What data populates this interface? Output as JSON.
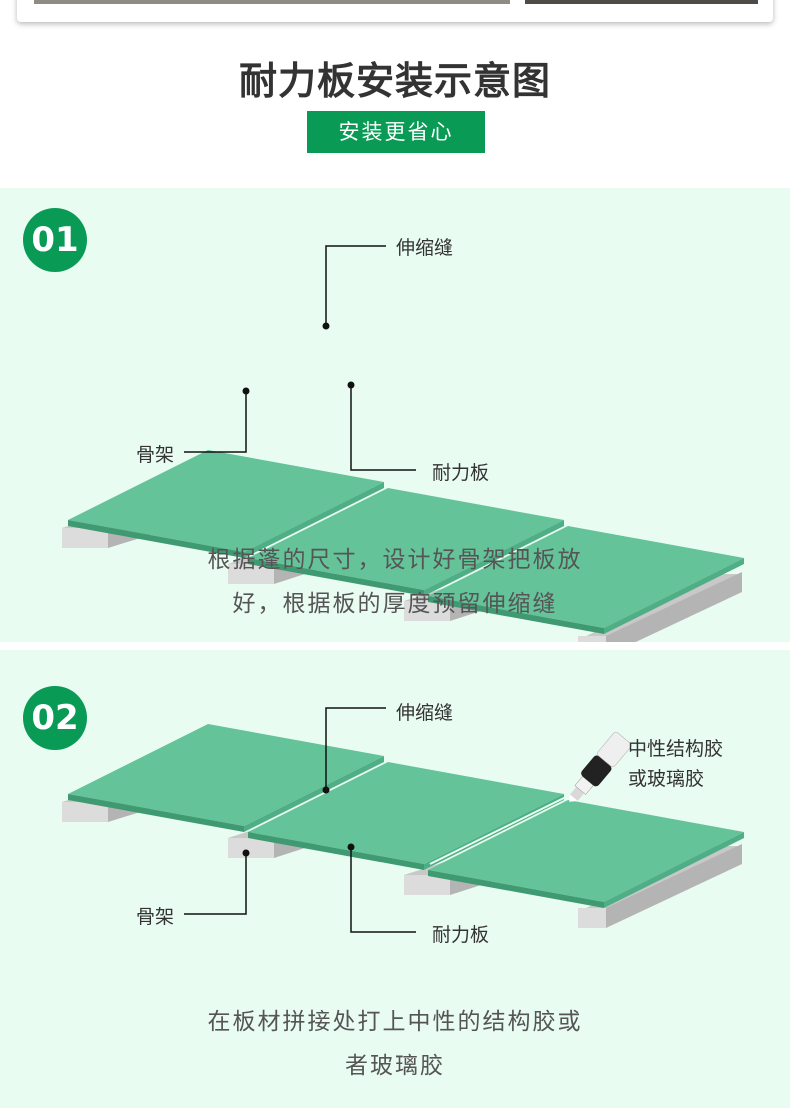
{
  "header": {
    "title": "耐力板安装示意图",
    "tag": "安装更省心"
  },
  "steps": [
    {
      "number": "01",
      "labels": {
        "expansion_joint": "伸缩缝",
        "frame": "骨架",
        "board": "耐力板"
      },
      "caption_lines": [
        "根据蓬的尺寸，设计好骨架把板放",
        "好，根据板的厚度预留伸缩缝"
      ]
    },
    {
      "number": "02",
      "labels": {
        "expansion_joint": "伸缩缝",
        "frame": "骨架",
        "board": "耐力板",
        "glue_line1": "中性结构胶",
        "glue_line2": "或玻璃胶"
      },
      "caption_lines": [
        "在板材拼接处打上中性的结构胶或",
        "者玻璃胶"
      ]
    }
  ],
  "colors": {
    "brand_green": "#099a55",
    "board_green": "#65c39a",
    "panel_bg": "#e9fcf2",
    "frame_gray": "#cfcfcf"
  }
}
